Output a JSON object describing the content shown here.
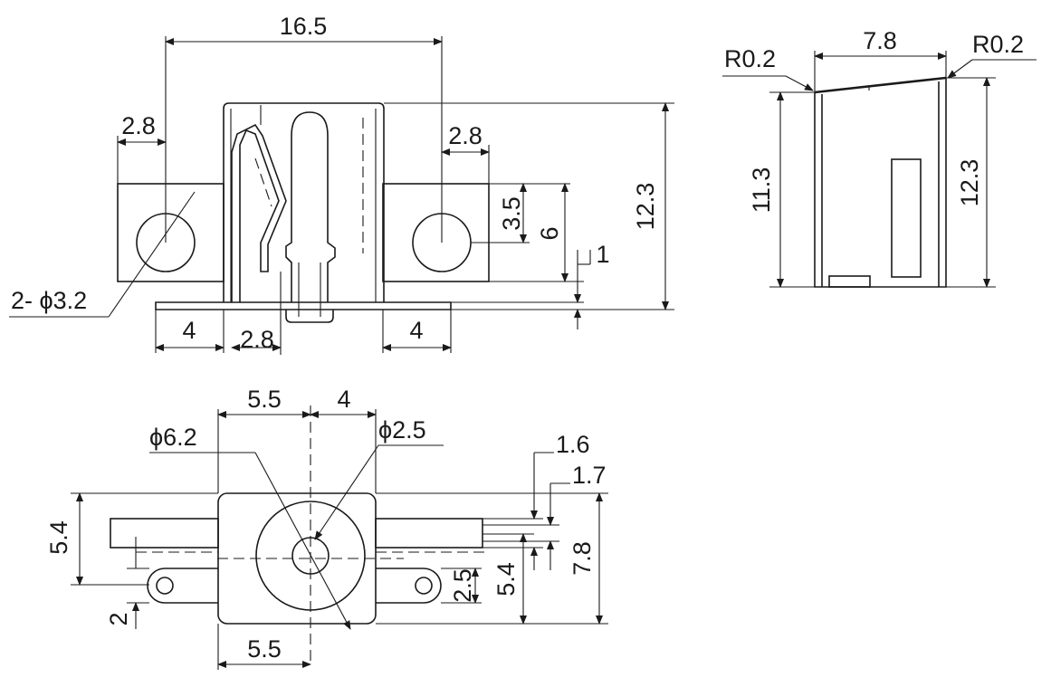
{
  "views": {
    "front": {
      "overall_width": "16.5",
      "left_tab_offset": "2.8",
      "right_tab_offset": "2.8",
      "hole_spec": "2- ϕ3.2",
      "left_flange": "4",
      "pin_width": "2.8",
      "right_flange": "4",
      "hole_height": "3.5",
      "tab_height": "6",
      "base_thickness": "1",
      "overall_height": "12.3"
    },
    "side": {
      "width": "7.8",
      "radius_left": "R0.2",
      "radius_right": "R0.2",
      "left_height": "11.3",
      "right_height": "12.3"
    },
    "top": {
      "left_to_center": "5.5",
      "center_to_hole": "4",
      "outer_diameter": "ϕ6.2",
      "inner_diameter": "ϕ2.5",
      "dim_1_6": "1.6",
      "dim_1_7": "1.7",
      "left_height": "5.4",
      "lug_offset": "2",
      "lug_height": "2.5",
      "right_height": "5.4",
      "overall_depth": "7.8",
      "bottom_width": "5.5"
    }
  }
}
